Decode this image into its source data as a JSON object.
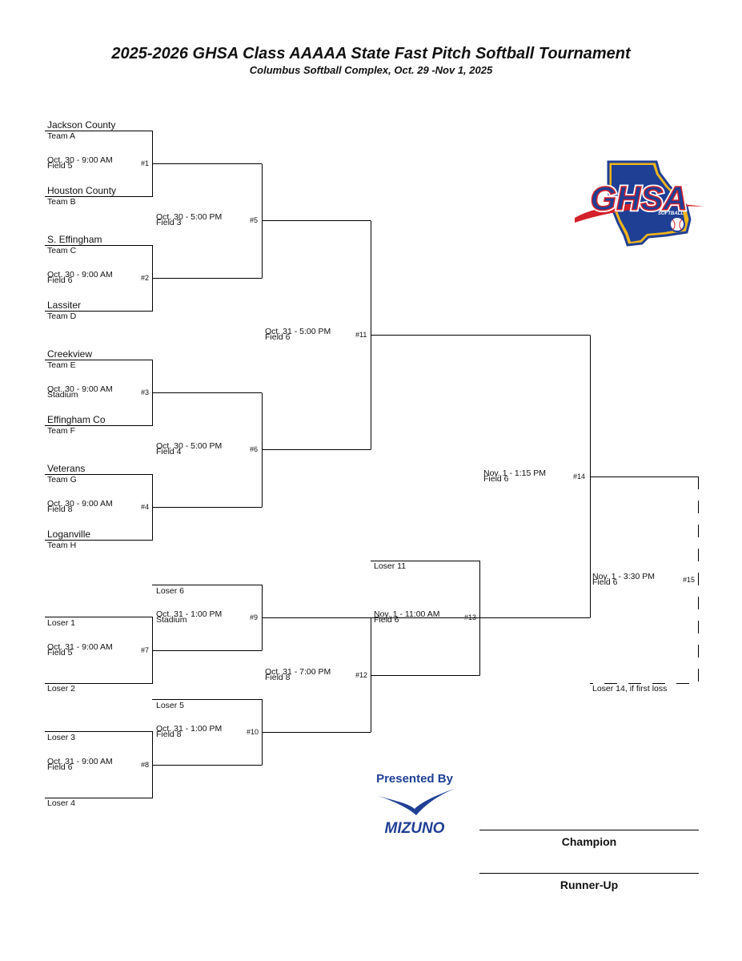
{
  "header": {
    "title": "2025-2026 GHSA Class AAAAA State Fast Pitch Softball Tournament",
    "subtitle": "Columbus Softball Complex, Oct. 29 -Nov 1, 2025"
  },
  "teams": [
    {
      "name": "Jackson County",
      "seed": "Team A"
    },
    {
      "name": "Houston County",
      "seed": "Team B"
    },
    {
      "name": "S. Effingham",
      "seed": "Team C"
    },
    {
      "name": "Lassiter",
      "seed": "Team D"
    },
    {
      "name": "Creekview",
      "seed": "Team E"
    },
    {
      "name": "Effingham Co",
      "seed": "Team F"
    },
    {
      "name": "Veterans",
      "seed": "Team G"
    },
    {
      "name": "Loganville",
      "seed": "Team H"
    }
  ],
  "games": {
    "g1": {
      "num": "#1",
      "time": "Oct. 30 - 9:00 AM",
      "field": "Field 5"
    },
    "g2": {
      "num": "#2",
      "time": "Oct. 30 - 9:00 AM",
      "field": "Field 6"
    },
    "g3": {
      "num": "#3",
      "time": "Oct. 30 - 9:00 AM",
      "field": "Stadium"
    },
    "g4": {
      "num": "#4",
      "time": "Oct. 30 - 9:00 AM",
      "field": "Field 8"
    },
    "g5": {
      "num": "#5",
      "time": "Oct. 30 - 5:00 PM",
      "field": "Field 3"
    },
    "g6": {
      "num": "#6",
      "time": "Oct. 30 - 5:00 PM",
      "field": "Field 4"
    },
    "g7": {
      "num": "#7",
      "time": "Oct. 31 - 9:00 AM",
      "field": "Field 5"
    },
    "g8": {
      "num": "#8",
      "time": "Oct. 31 - 9:00 AM",
      "field": "Field 6"
    },
    "g9": {
      "num": "#9",
      "time": "Oct. 31 - 1:00 PM",
      "field": "Stadium"
    },
    "g10": {
      "num": "#10",
      "time": "Oct. 31 - 1:00 PM",
      "field": "Field 8"
    },
    "g11": {
      "num": "#11",
      "time": "Oct. 31 - 5:00 PM",
      "field": "Field 6"
    },
    "g12": {
      "num": "#12",
      "time": "Oct. 31 - 7:00 PM",
      "field": "Field 8"
    },
    "g13": {
      "num": "#13",
      "time": "Nov. 1 - 11:00 AM",
      "field": "Field 6"
    },
    "g14": {
      "num": "#14",
      "time": "Nov. 1 - 1:15 PM",
      "field": "Field 6"
    },
    "g15": {
      "num": "#15",
      "time": "Nov. 1 - 3:30 PM",
      "field": "Field 6"
    }
  },
  "losers": {
    "l1": "Loser 1",
    "l2": "Loser 2",
    "l3": "Loser 3",
    "l4": "Loser 4",
    "l5": "Loser 5",
    "l6": "Loser 6",
    "l11": "Loser 11",
    "l14": "Loser 14, if first loss"
  },
  "finals": {
    "champion": "Champion",
    "runner_up": "Runner-Up"
  },
  "logos": {
    "ghsa": {
      "text": "GHSA",
      "sub": "SOFTBALL",
      "colors": {
        "blue": "#1f3f95",
        "red": "#d3202a",
        "gold": "#f0b51b"
      }
    },
    "sponsor": {
      "presented": "Presented By",
      "brand": "MIZUNO",
      "color": "#1f3f95"
    }
  }
}
